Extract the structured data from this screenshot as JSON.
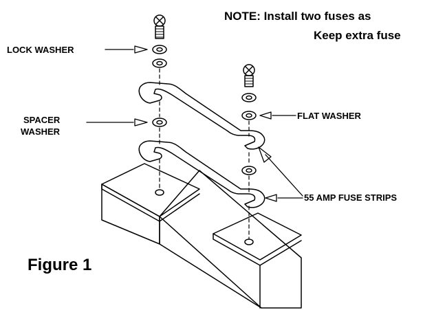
{
  "note": {
    "line1": "NOTE: Install two fuses as",
    "line2": "Keep extra fuse"
  },
  "labels": {
    "lock_washer": "LOCK WASHER",
    "spacer_washer_line1": "SPACER",
    "spacer_washer_line2": "WASHER",
    "flat_washer": "FLAT WASHER",
    "fuse_strips": "55 AMP FUSE STRIPS"
  },
  "figure_caption": "Figure 1"
}
